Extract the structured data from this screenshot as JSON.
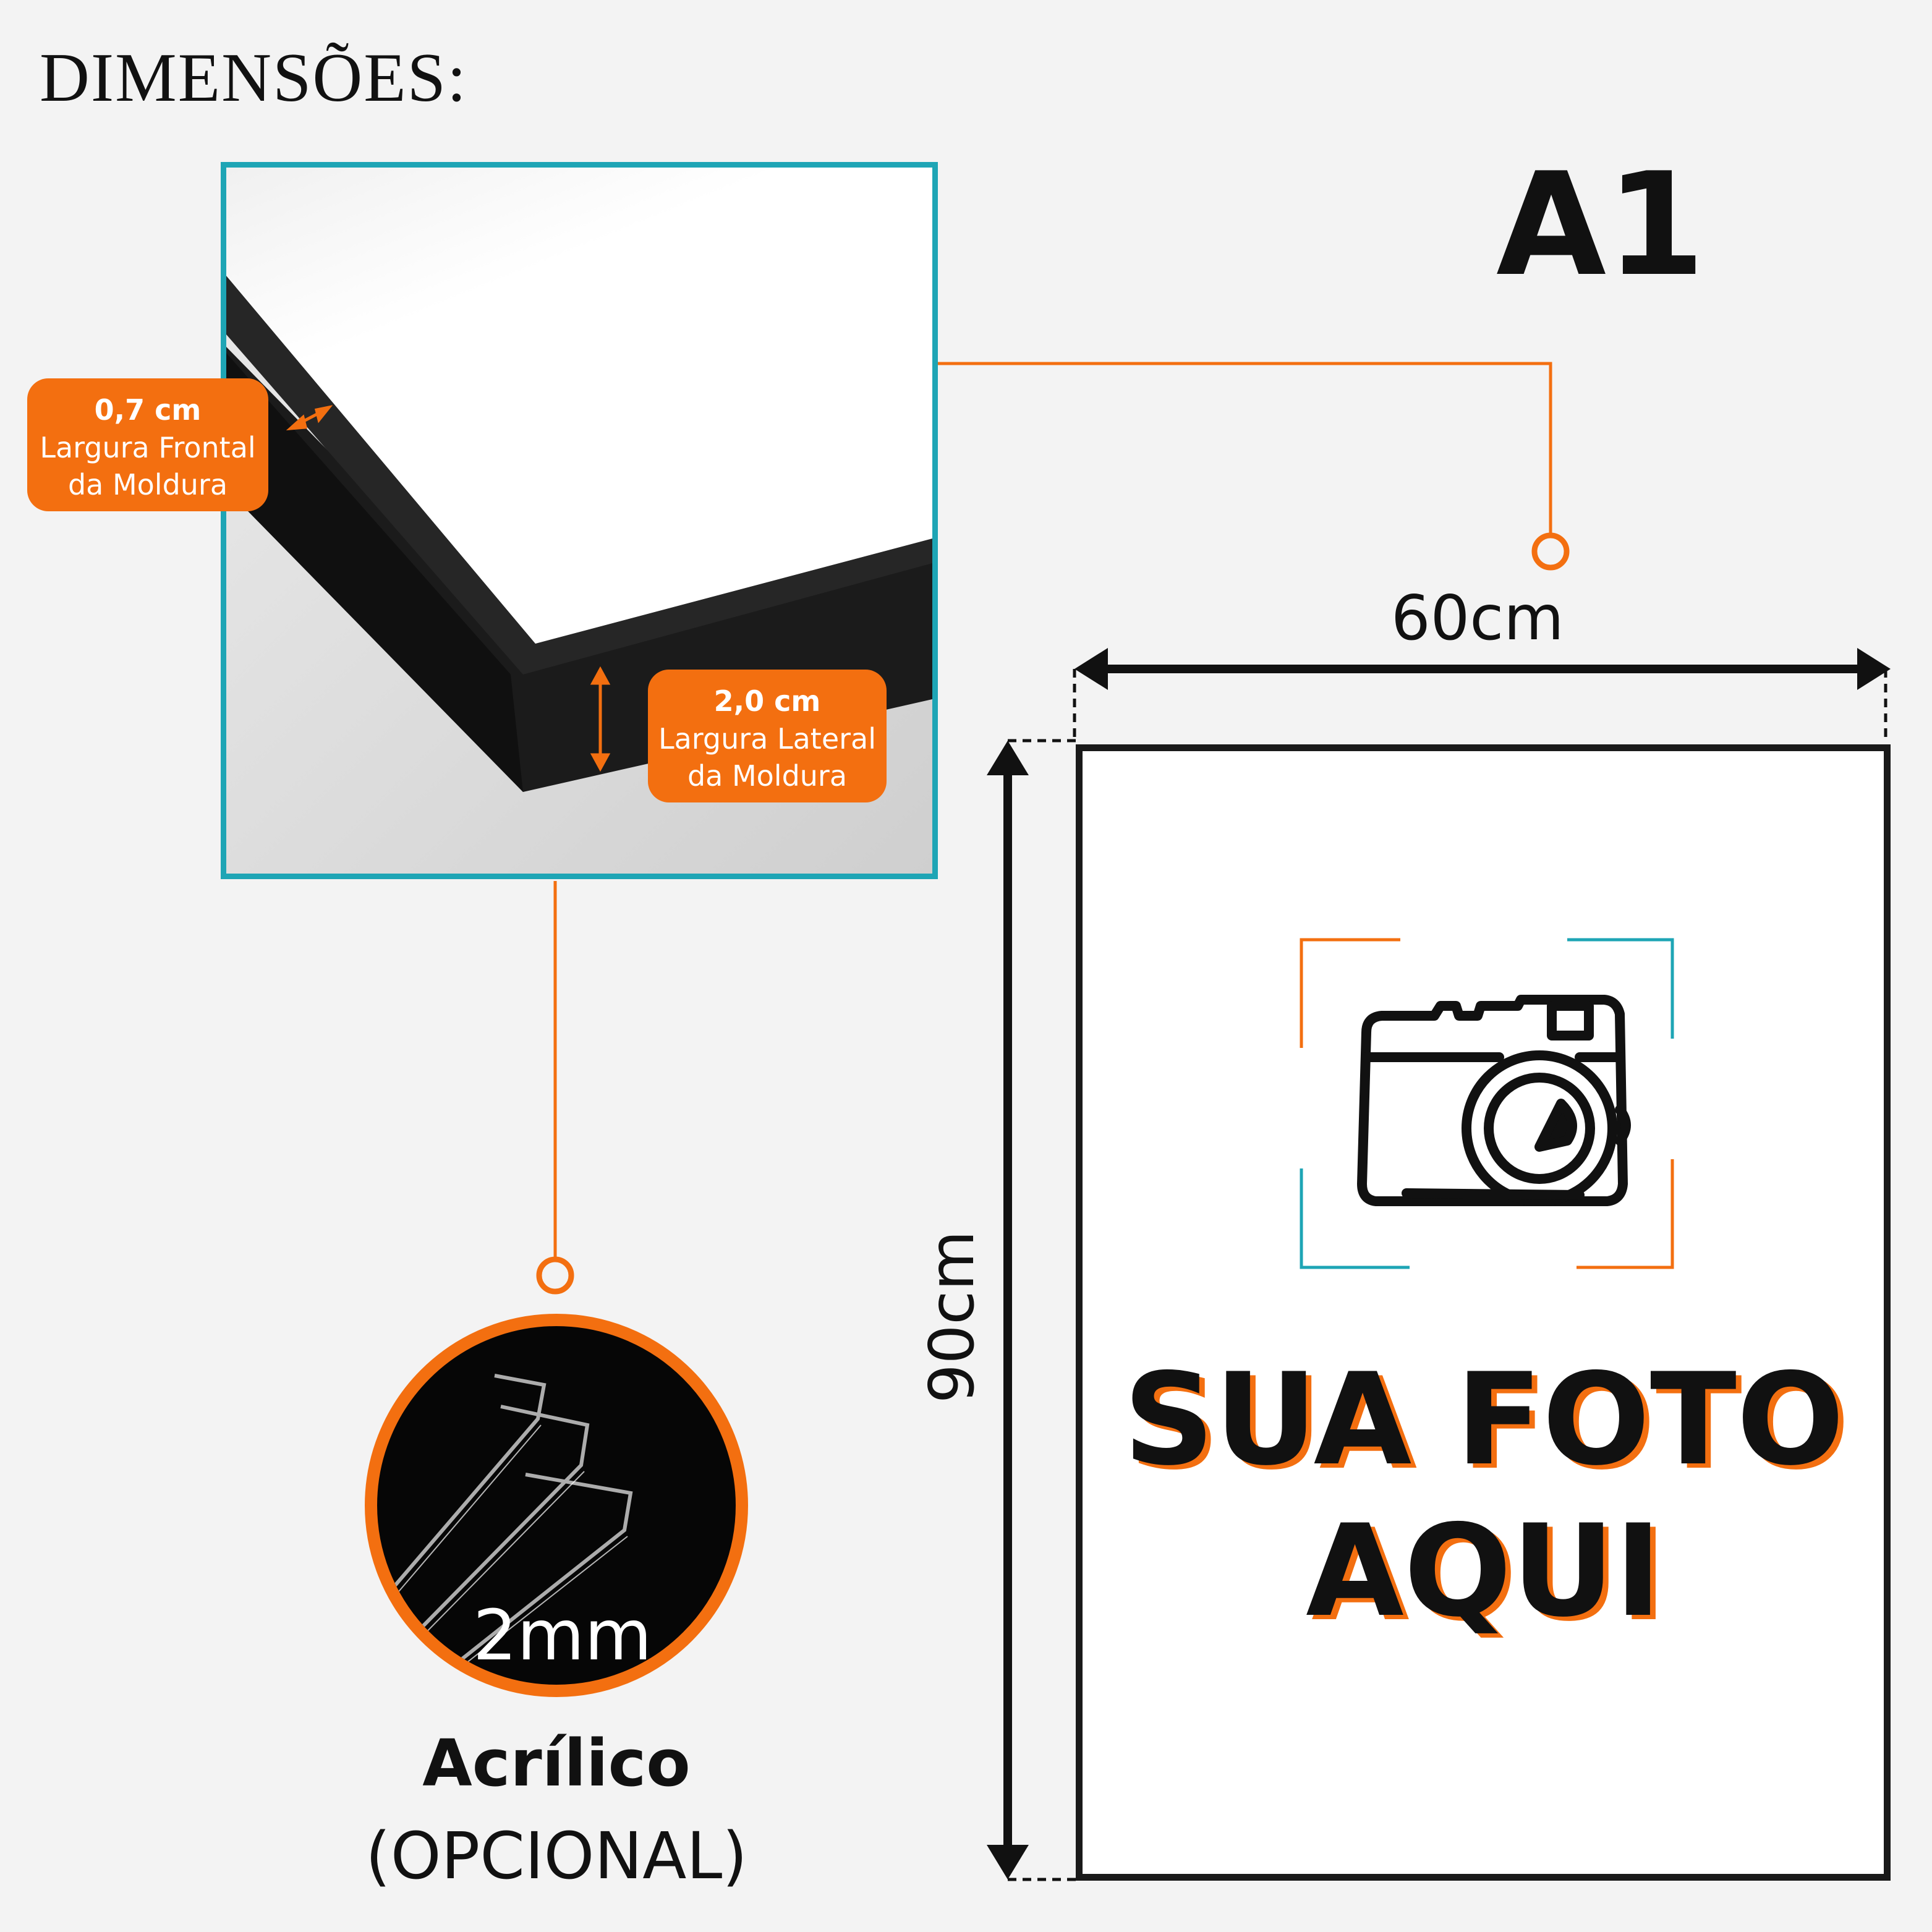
{
  "heading": "DIMENSÕES:",
  "size_label": "A1",
  "frame_detail": {
    "front_tag": {
      "value": "0,7 cm",
      "description_line1": "Largura Frontal",
      "description_line2": "da Moldura"
    },
    "side_tag": {
      "value": "2,0 cm",
      "description_line1": "Largura Lateral",
      "description_line2": "da Moldura"
    }
  },
  "poster": {
    "width_label": "60cm",
    "height_label": "90cm",
    "placeholder_line1": "SUA FOTO",
    "placeholder_line2": "AQUI",
    "icon": "camera-icon"
  },
  "acrylic": {
    "thickness": "2mm",
    "title": "Acrílico",
    "subtitle": "(OPCIONAL)"
  },
  "colors": {
    "accent": "#f36f10",
    "frame_border": "#1ea5b5",
    "background": "#f3f3f3",
    "text": "#111111"
  }
}
